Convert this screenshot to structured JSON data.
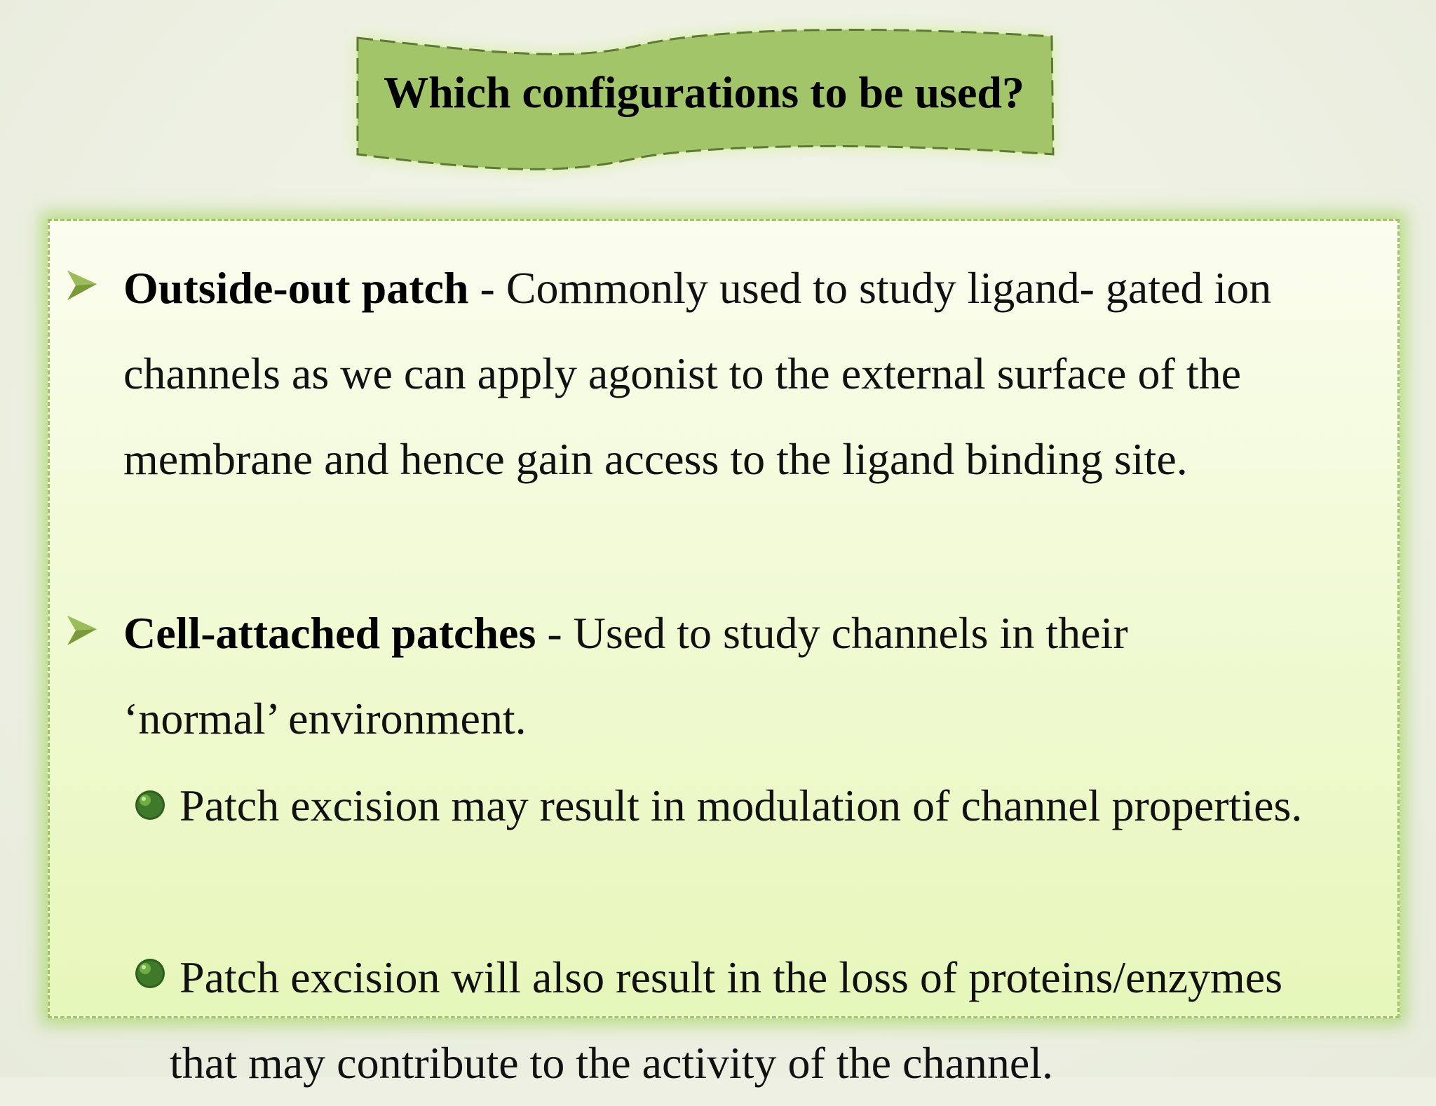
{
  "slide": {
    "title": "Which configurations to be used?"
  },
  "bullets": [
    {
      "term": "Outside-out patch",
      "separator": " - ",
      "lines": [
        "Commonly used to study ligand- gated ion",
        "channels as we can apply agonist to the external surface of the",
        "membrane and hence gain access to the ligand binding site."
      ]
    },
    {
      "term": "Cell-attached patches",
      "separator": " - ",
      "lines": [
        "Used to study channels in their",
        "‘normal’ environment."
      ],
      "sub_bullets": [
        {
          "lines": [
            "Patch excision may result in modulation of channel properties."
          ]
        },
        {
          "lines": [
            "Patch excision will also result in the loss of proteins/enzymes",
            "that may contribute to the activity of the channel."
          ]
        }
      ]
    }
  ],
  "icons": {
    "bullet": "arrow-bullet-icon",
    "sub_bullet": "green-ball-icon"
  },
  "colors": {
    "banner_fill": "#a2c56a",
    "banner_glow": "#c8ec7a",
    "box_border": "#9fc26a",
    "box_glow": "#96cd46",
    "arrow": "#7a9a3a",
    "ball": "#3f7a2a"
  }
}
